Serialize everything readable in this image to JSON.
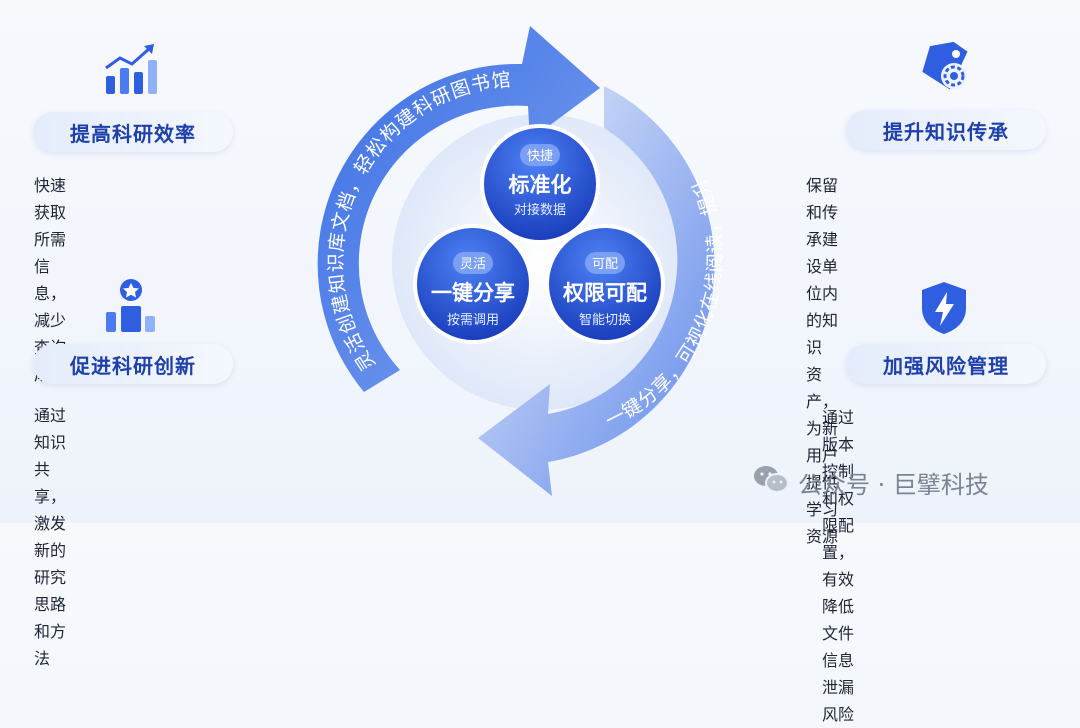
{
  "features": [
    {
      "title": "提高科研效率",
      "desc_lines": [
        "快速获取所需信息，减少查询成本"
      ],
      "icon": "bar-chart-growth-icon"
    },
    {
      "title": "促进科研创新",
      "desc_lines": [
        "通过知识共享，激发新的研究思路",
        "和方法"
      ],
      "icon": "star-podium-icon"
    },
    {
      "title": "提升知识传承",
      "desc_lines": [
        "保留和传承建设单位内的知识",
        "资产，为新用户提供学习资源"
      ],
      "icon": "tag-gear-icon"
    },
    {
      "title": "加强风险管理",
      "desc_lines": [
        "通过版本控制和权限配置，",
        "有效降低文件信息泄漏风险"
      ],
      "icon": "shield-lightning-icon"
    }
  ],
  "ring": {
    "arc_left_text": "灵活创建知识库文档，轻松构建科研图书馆",
    "arc_right_text": "一键分享，可视化在线阅读，提升知识交互"
  },
  "circles": [
    {
      "tag": "快捷",
      "title": "标准化",
      "sub": "对接数据"
    },
    {
      "tag": "灵活",
      "title": "一键分享",
      "sub": "按需调用"
    },
    {
      "tag": "可配",
      "title": "权限可配",
      "sub": "智能切换"
    }
  ],
  "watermark": {
    "text": "公众号 · 巨擘科技",
    "icon": "wechat-icon"
  },
  "colors": {
    "primary": "#1f4fd1",
    "accent": "#3b6fe6",
    "light": "#c9d8f6"
  }
}
